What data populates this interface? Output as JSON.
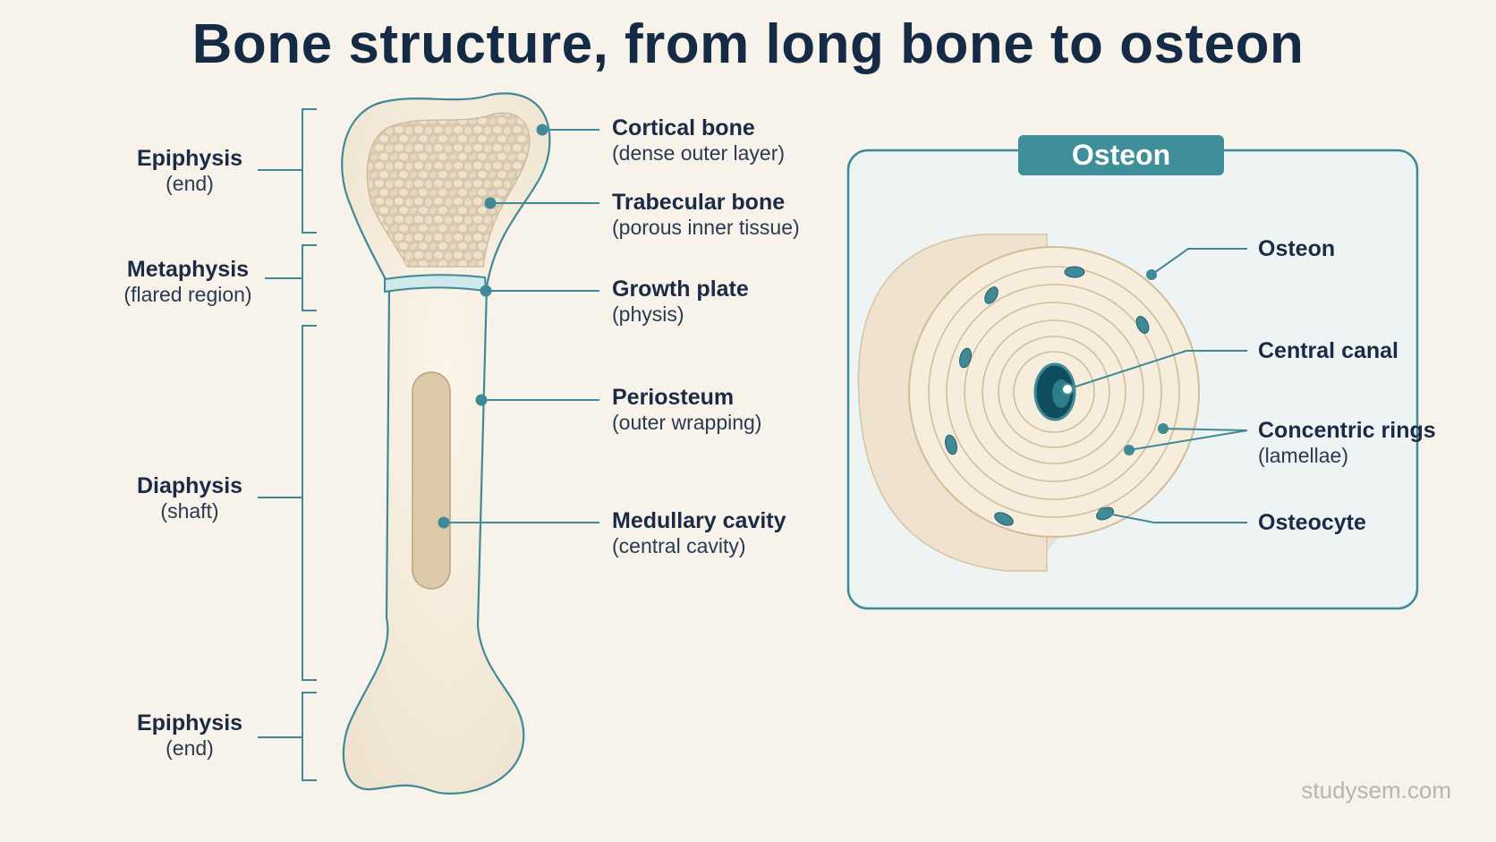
{
  "title": "Bone structure, from long bone to osteon",
  "regions": [
    {
      "name": "Epiphysis",
      "note": "(end)"
    },
    {
      "name": "Metaphysis",
      "note": "(flared region)"
    },
    {
      "name": "Diaphysis",
      "note": "(shaft)"
    },
    {
      "name": "Epiphysis",
      "note": "(end)"
    }
  ],
  "bone_labels": [
    {
      "name": "Cortical bone",
      "note": "(dense outer layer)"
    },
    {
      "name": "Trabecular bone",
      "note": "(porous inner tissue)"
    },
    {
      "name": "Growth plate",
      "note": "(physis)"
    },
    {
      "name": "Periosteum",
      "note": "(outer wrapping)"
    },
    {
      "name": "Medullary cavity",
      "note": "(central cavity)"
    }
  ],
  "osteon_panel": {
    "title": "Osteon",
    "labels": [
      {
        "name": "Osteon",
        "note": ""
      },
      {
        "name": "Central canal",
        "note": ""
      },
      {
        "name": "Concentric rings",
        "note": "(lamellae)"
      },
      {
        "name": "Osteocyte",
        "note": ""
      }
    ]
  },
  "watermark": "studysem.com",
  "colors": {
    "background": "#f7f2ea",
    "accent": "#3e8f99",
    "bone": "#f4ead8",
    "outline": "#3f8a96",
    "text": "#1b2b45"
  }
}
